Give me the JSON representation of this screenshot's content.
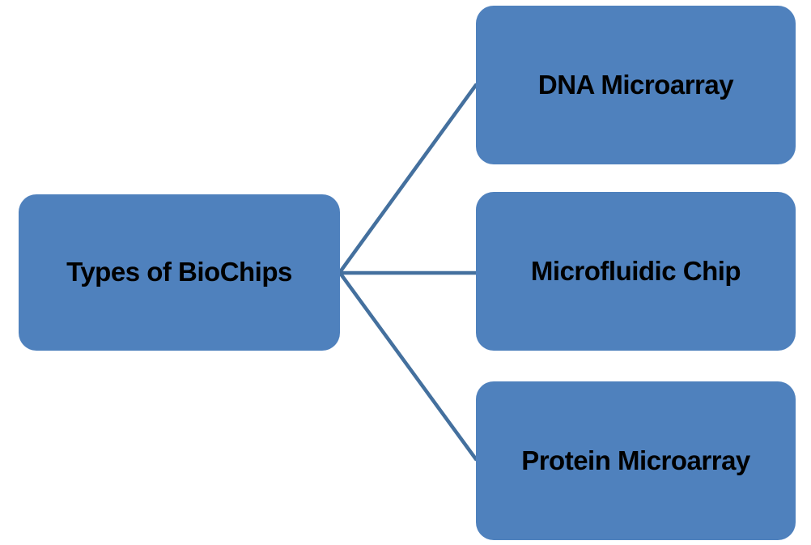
{
  "diagram": {
    "type": "hierarchy",
    "root": {
      "label": "Types of BioChips"
    },
    "children": [
      {
        "label": "DNA Microarray"
      },
      {
        "label": "Microfluidic Chip"
      },
      {
        "label": "Protein Microarray"
      }
    ]
  },
  "colors": {
    "background": "#FFFFFF",
    "node_fill": "#4F81BD",
    "connector": "#44709E",
    "text": "#000000"
  }
}
